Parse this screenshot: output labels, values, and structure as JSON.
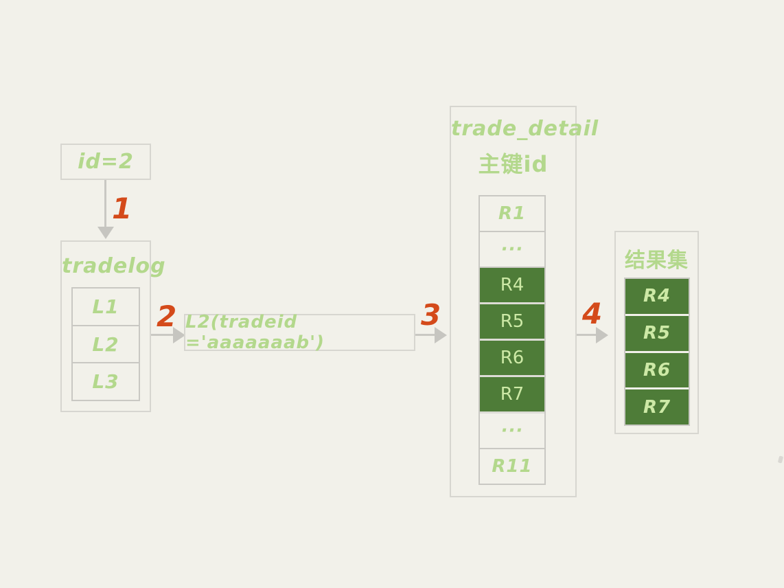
{
  "colors": {
    "background": "#f2f1ea",
    "box_border": "#d7d6d0",
    "inner_border": "#c9c8c3",
    "green_text": "#b3d88c",
    "green_text_on_dark": "#cde9a6",
    "dark_green_fill": "#4e7c38",
    "step_orange": "#d44a1a",
    "arrow_gray": "#c6c5c0"
  },
  "id_box": {
    "label": "id=2"
  },
  "step_labels": {
    "step1": "1",
    "step2": "2",
    "step3": "3",
    "step4": "4"
  },
  "tradelog": {
    "title": "tradelog",
    "rows": [
      "L1",
      "L2",
      "L3"
    ]
  },
  "condition_box": {
    "label": "L2(tradeid ='aaaaaaab')"
  },
  "trade_detail": {
    "title": "trade_detail",
    "subtitle": "主键id",
    "rows": [
      {
        "label": "R1",
        "highlight": false
      },
      {
        "label": "···",
        "highlight": false
      },
      {
        "label": "R4",
        "highlight": true
      },
      {
        "label": "R5",
        "highlight": true
      },
      {
        "label": "R6",
        "highlight": true
      },
      {
        "label": "R7",
        "highlight": true
      },
      {
        "label": "···",
        "highlight": false
      },
      {
        "label": "R11",
        "highlight": false
      }
    ]
  },
  "result_set": {
    "title": "结果集",
    "rows": [
      "R4",
      "R5",
      "R6",
      "R7"
    ]
  }
}
